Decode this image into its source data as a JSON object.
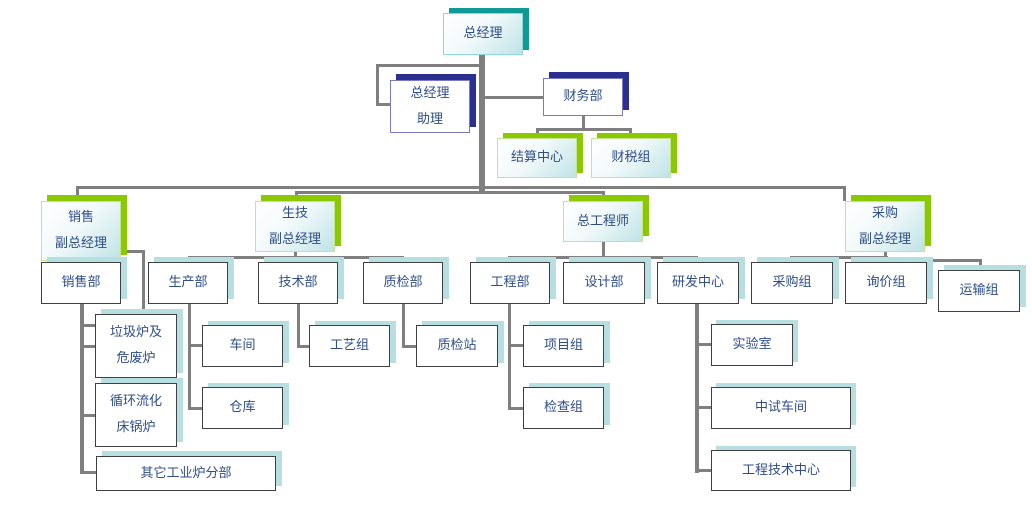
{
  "title": "组织结构图",
  "colors": {
    "line": "#7f7f7f",
    "text": "#2e4d8a",
    "shadow_teal": "#0f9a96",
    "shadow_navy": "#2b2f8f",
    "shadow_green": "#8ac800",
    "shadow_lightblue": "#b7dfe2"
  },
  "nodes": {
    "gm": {
      "lines": [
        "总经理"
      ]
    },
    "gm_assistant": {
      "lines": [
        "总经理",
        "助理"
      ]
    },
    "finance": {
      "lines": [
        "财务部"
      ]
    },
    "settlement": {
      "lines": [
        "结算中心"
      ]
    },
    "tax": {
      "lines": [
        "财税组"
      ]
    },
    "sales_vp": {
      "lines": [
        "销售",
        "副总经理"
      ]
    },
    "prod_vp": {
      "lines": [
        "生技",
        "副总经理"
      ]
    },
    "chief_eng": {
      "lines": [
        "总工程师"
      ]
    },
    "purchase_vp": {
      "lines": [
        "采购",
        "副总经理"
      ]
    },
    "sales_dept": {
      "lines": [
        "销售部"
      ]
    },
    "waste_furnace": {
      "lines": [
        "垃圾炉及",
        "危废炉"
      ]
    },
    "cfb_boiler": {
      "lines": [
        "循环流化",
        "床锅炉"
      ]
    },
    "other_furnace": {
      "lines": [
        "其它工业炉分部"
      ]
    },
    "production_dept": {
      "lines": [
        "生产部"
      ]
    },
    "workshop": {
      "lines": [
        "车间"
      ]
    },
    "warehouse": {
      "lines": [
        "仓库"
      ]
    },
    "tech_dept": {
      "lines": [
        "技术部"
      ]
    },
    "process_group": {
      "lines": [
        "工艺组"
      ]
    },
    "qc_dept": {
      "lines": [
        "质检部"
      ]
    },
    "qc_station": {
      "lines": [
        "质检站"
      ]
    },
    "engineering_dept": {
      "lines": [
        "工程部"
      ]
    },
    "project_group": {
      "lines": [
        "项目组"
      ]
    },
    "inspection_group": {
      "lines": [
        "检查组"
      ]
    },
    "design_dept": {
      "lines": [
        "设计部"
      ]
    },
    "rnd_center": {
      "lines": [
        "研发中心"
      ]
    },
    "lab": {
      "lines": [
        "实验室"
      ]
    },
    "pilot_workshop": {
      "lines": [
        "中试车间"
      ]
    },
    "eng_tech_center": {
      "lines": [
        "工程技术中心"
      ]
    },
    "purchase_group": {
      "lines": [
        "采购组"
      ]
    },
    "inquiry_group": {
      "lines": [
        "询价组"
      ]
    },
    "transport_group": {
      "lines": [
        "运输组"
      ]
    }
  }
}
